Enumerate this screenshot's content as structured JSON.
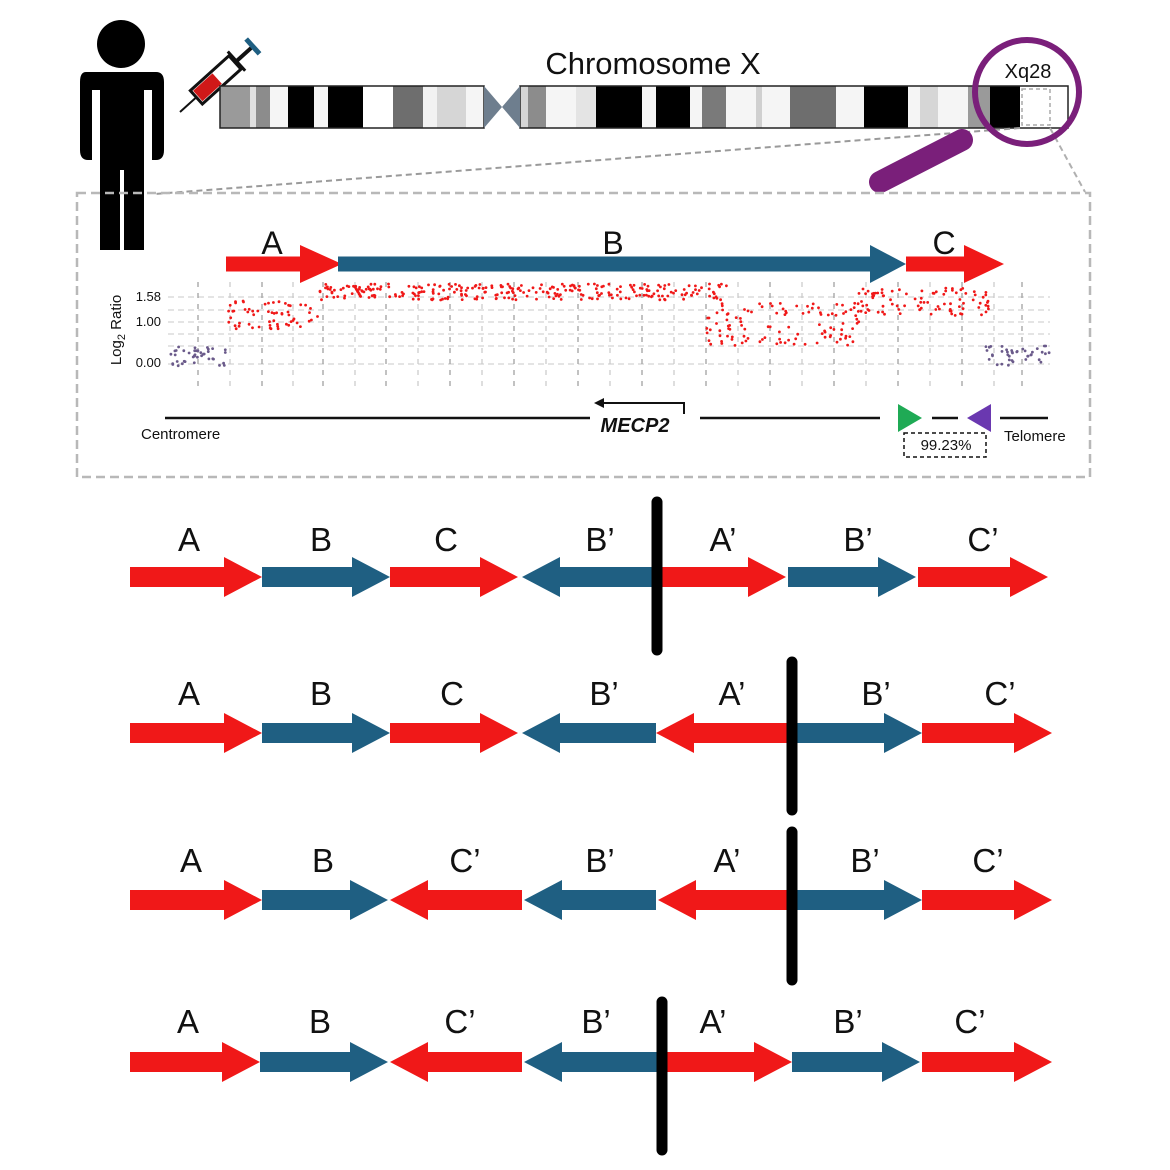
{
  "colors": {
    "red": "#f01818",
    "blue": "#1f5f82",
    "black": "#000000",
    "purple": "#7a1f7a",
    "green": "#1faa55",
    "violet": "#6a38b0",
    "grid": "#c8c8c8"
  },
  "icons": {
    "person": "person-silhouette-icon",
    "syringe": "syringe-icon",
    "magnifier": "magnifying-glass-icon",
    "forward_primer": "green-triangle-icon",
    "reverse_primer": "purple-triangle-icon",
    "gene_direction": "left-arrow-icon"
  },
  "header": {
    "chromosome_title": "Chromosome X",
    "band_label": "Xq28"
  },
  "panel": {
    "segments": [
      "A",
      "B",
      "C"
    ],
    "ylabel_main": "Log",
    "ylabel_sub": "2",
    "ylabel_tail": " Ratio",
    "yticks": [
      "1.58",
      "1.00",
      "0.00"
    ],
    "gene": "MECP2",
    "centromere": "Centromere",
    "telomere": "Telomere",
    "identity": "99.23%"
  },
  "rows": [
    {
      "labels": [
        "A",
        "B",
        "C",
        "B’",
        "A’",
        "B’",
        "C’"
      ]
    },
    {
      "labels": [
        "A",
        "B",
        "C",
        "B’",
        "A’",
        "B’",
        "C’"
      ]
    },
    {
      "labels": [
        "A",
        "B",
        "C’",
        "B’",
        "A’",
        "B’",
        "C’"
      ]
    },
    {
      "labels": [
        "A",
        "B",
        "C’",
        "B’",
        "A’",
        "B’",
        "C’"
      ]
    }
  ]
}
